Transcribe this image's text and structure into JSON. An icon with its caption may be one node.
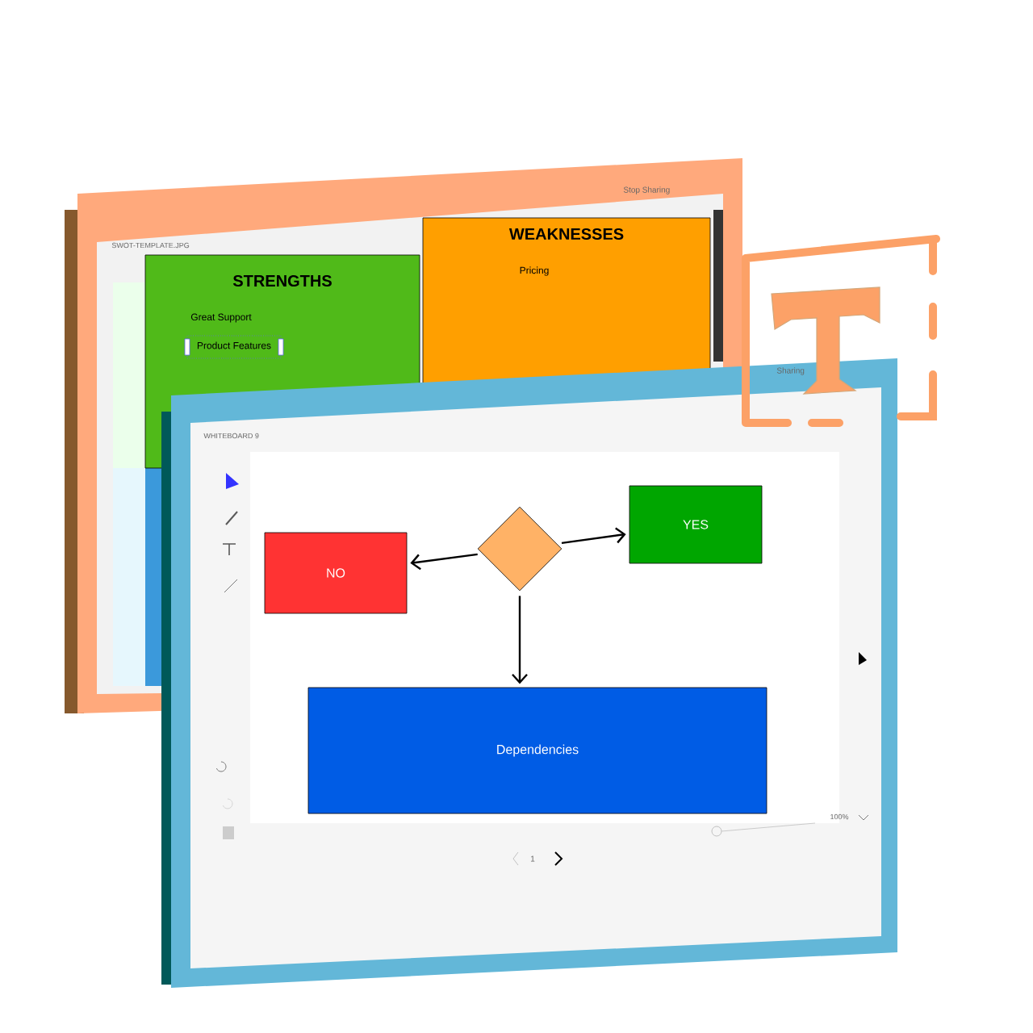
{
  "diagram": {
    "nodes": [
      {
        "text": [
          "STRENGTHS",
          "Great Support",
          "Product Features"
        ]
      },
      {
        "text": [
          "WEAKNESSES",
          "Pricing"
        ]
      },
      {
        "text": [],
        "shape": "diamond"
      },
      {
        "text": [
          "NO"
        ]
      },
      {
        "text": [
          "YES"
        ]
      },
      {
        "text": [
          "Dependencies"
        ]
      }
    ],
    "edges": [
      {
        "from": 2,
        "to": 3,
        "arrow": "to"
      },
      {
        "from": 2,
        "to": 4,
        "arrow": "to"
      },
      {
        "from": 2,
        "to": 5,
        "arrow": "to"
      }
    ],
    "labels": [
      "SWOT-TEMPLATE.JPG",
      "Stop Sharing",
      "Sharing",
      "WHITEBOARD 9",
      "1",
      "100%"
    ]
  }
}
